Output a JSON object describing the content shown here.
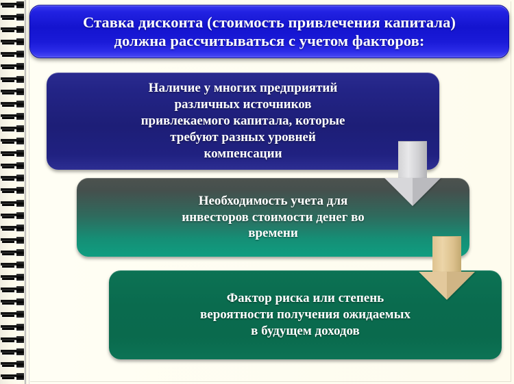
{
  "slide": {
    "background_color": "#fdfbe8",
    "binding": {
      "name": "spiral-notebook-binding",
      "ring_count": 31
    }
  },
  "title": {
    "line1": "Ставка дисконта (стоимость привлечения капитала)",
    "line2": "должна рассчитываться с учетом факторов:",
    "color": "#1a1ad8",
    "text_color": "#ffffff"
  },
  "factors": [
    {
      "id": "factor-1",
      "line1": "Наличие у многих предприятий",
      "line2": "различных источников",
      "line3": "привлекаемого капитала, которые",
      "line4": "требуют разных уровней",
      "line5": "компенсации",
      "color": "#1d1e77"
    },
    {
      "id": "factor-2",
      "line1": "Необходимость учета для",
      "line2": "инвесторов стоимости денег во",
      "line3": "времени",
      "color": "#0f9d80"
    },
    {
      "id": "factor-3",
      "line1": "Фактор риска или степень",
      "line2": "вероятности получения ожидаемых",
      "line3": "в будущем доходов",
      "color": "#0a6b4e"
    }
  ],
  "arrows": [
    {
      "id": "arrow-gray",
      "name": "down-arrow-icon",
      "color": "#d7d7da"
    },
    {
      "id": "arrow-tan",
      "name": "down-arrow-icon",
      "color": "#e3c99c"
    }
  ]
}
